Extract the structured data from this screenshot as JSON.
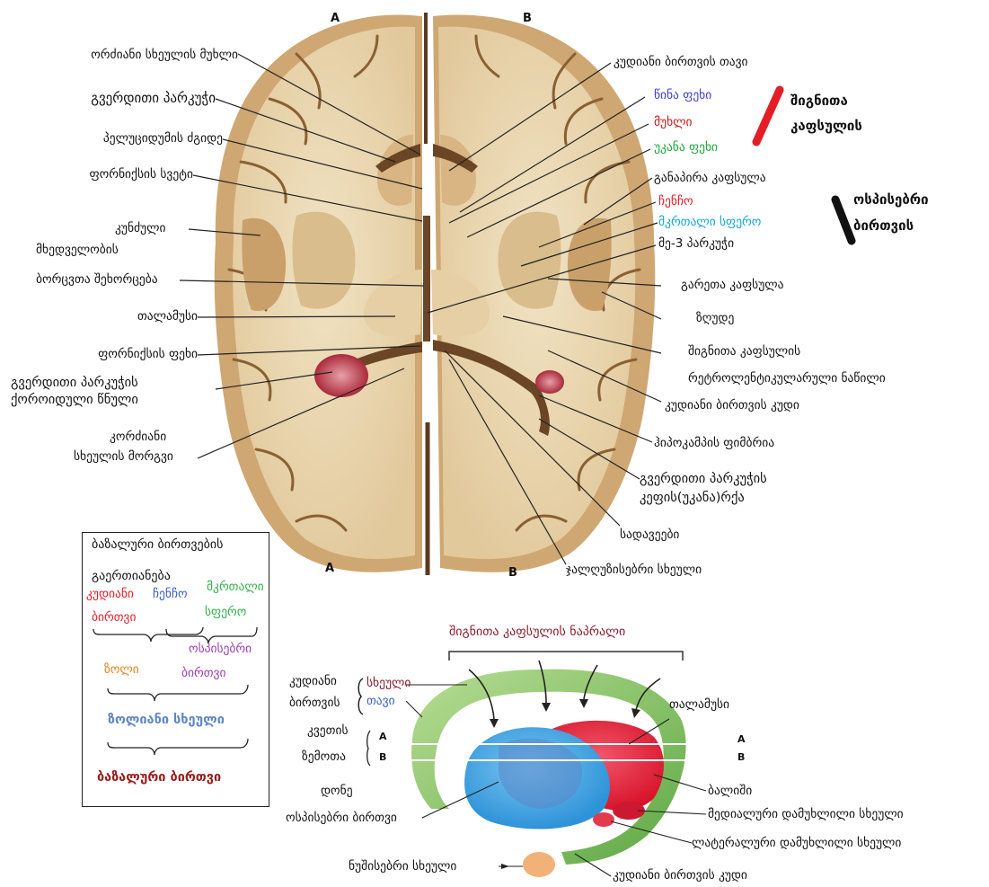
{
  "brain_labels": {
    "orientation": {
      "a_top": "A",
      "b_top": "B",
      "a_bottom": "A",
      "b_bottom": "B"
    },
    "left": [
      "ორძიანი სხეულის მუხლი",
      "გვერდითი პარკუჭი",
      "პელუციდუმის ძგიდე",
      "ფორნიქსის სვეტი",
      "კუნძული",
      "მხედველობის",
      "ბორცვთა შეხორცება",
      "თალამუსი",
      "ფორნიქსის ფეხი",
      "გვერდითი პარკუჭის",
      "ქოროიდული წნული",
      "კორძიანი",
      "სხეულის მორგვი"
    ],
    "right": [
      "კუდიანი ბირთვის თავი",
      "წინა ფეხი",
      "მუხლი",
      "უკანა ფეხი",
      "განაპირა კაფსულა",
      "ჩენჩო",
      "მკრთალი სფერო",
      "მე-3 პარკუჭი",
      "გარეთა კაფსულა",
      "ზღუდე",
      "შიგნითა კაფსულის",
      "რეტროლენტიკულარული ნაწილი",
      "კუდიანი ბირთვის კუდი",
      "ჰიპოკამპის ფიმბრია",
      "გვერდითი პარკუჭის",
      "კეფის(უკანა)რქა",
      "სადავეები",
      "ჯალღუზისებრი სხეული"
    ],
    "group_internal_capsule": [
      "შიგნითა",
      "კაფსულის"
    ],
    "group_lentiform": [
      "ოსპისებრი",
      "ბირთვის"
    ]
  },
  "legend": {
    "title": [
      "ბაზალური ბირთვების",
      "გაერთიანება"
    ],
    "caudate": [
      "კუდიანი",
      "ბირთვი"
    ],
    "putamen": "ჩენჩო",
    "pallidus": [
      "მკრთალი",
      "სფერო"
    ],
    "lentiform": [
      "ოსპისებრი",
      "ბირთვი"
    ],
    "amygdala": "ზოლი",
    "striatum": "ზოლიანი სხეული",
    "basal": "ბაზალური ბირთვი"
  },
  "nuclei_3d": {
    "top_caption": "შიგნითა კაფსულის ნაპრალი",
    "caudate_prefix": [
      "კუდიანი",
      "ბირთვის"
    ],
    "caudate_body": "სხეული",
    "caudate_head": "თავი",
    "section": [
      "კვეთის",
      "ზემოთა",
      "დონე"
    ],
    "ab": {
      "a_left": "A",
      "b_left": "B",
      "a_right": "A",
      "b_right": "B"
    },
    "thalamus": "თალამუსი",
    "pulvinar": "ბალიში",
    "lentiform": "ოსპისებრი ბირთვი",
    "mgb": "მედიალური დამუხლილი სხეული",
    "lgb": "ლატერალური დამუხლილი სხეული",
    "amygdala": "ნუშისებრი სხეული",
    "caudate_tail": "კუდიანი ბირთვის კუდი"
  },
  "colors": {
    "legend_red": "#e8202a",
    "legend_blue": "#3a5ec8",
    "legend_green": "#2fb24a",
    "legend_orange": "#f07f1a",
    "legend_purple": "#9a3db0",
    "legend_steel": "#5f86c5",
    "legend_dark_red": "#9b1a1a",
    "caption_maroon": "#8b1a2b",
    "cap_blue": "#4040d0",
    "cap_red": "#c21818",
    "cap_green": "#1aa83c",
    "cap_cyan": "#10a8d8",
    "brain_tissue": "#e9d8b4",
    "gray_matter": "#c49a64",
    "thalamus_red": "#e8213a",
    "lentiform_blue": "#3ea6e6",
    "caudate_green": "#7ec265"
  }
}
